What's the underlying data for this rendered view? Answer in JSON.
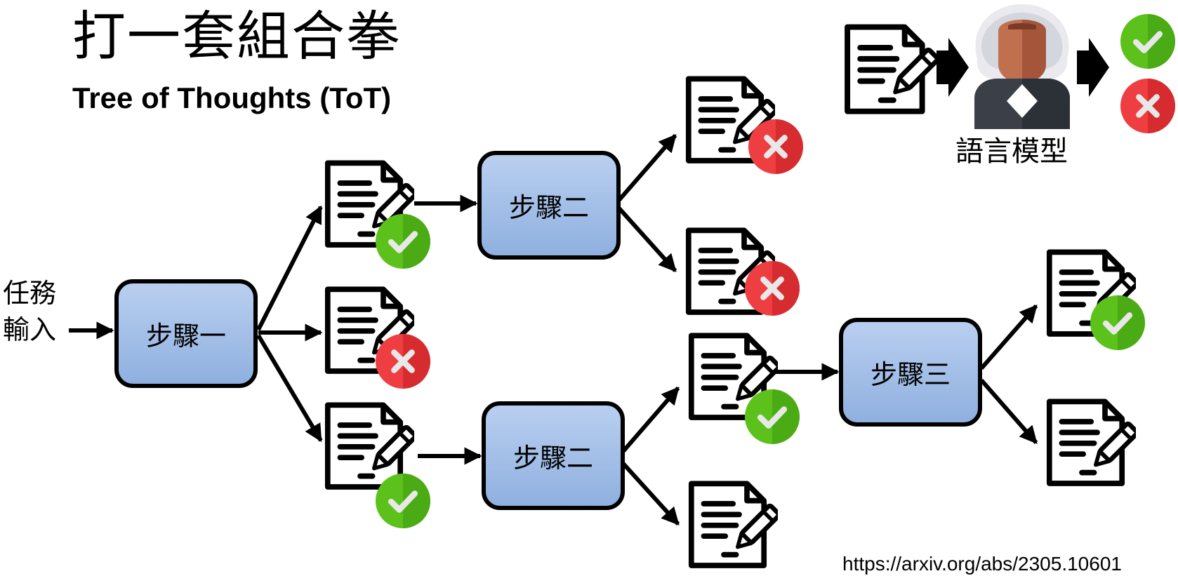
{
  "title": "打一套組合拳",
  "subtitle": "Tree of Thoughts (ToT)",
  "input_label": [
    "任務",
    "輸入"
  ],
  "steps": {
    "step1": "步驟一",
    "step2_top": "步驟二",
    "step2_bottom": "步驟二",
    "step3": "步驟三"
  },
  "legend": {
    "model_label": "語言模型",
    "icons": [
      "document-edit-icon",
      "arrow-right-icon",
      "judge-icon",
      "check-icon",
      "cross-icon"
    ]
  },
  "thoughts": [
    {
      "name": "thought-1a",
      "status": "check"
    },
    {
      "name": "thought-1b",
      "status": "cross"
    },
    {
      "name": "thought-1c",
      "status": "check"
    },
    {
      "name": "thought-2a",
      "status": "cross"
    },
    {
      "name": "thought-2b",
      "status": "cross"
    },
    {
      "name": "thought-2c",
      "status": "check"
    },
    {
      "name": "thought-2d",
      "status": "none"
    },
    {
      "name": "thought-3a",
      "status": "check"
    },
    {
      "name": "thought-3b",
      "status": "none"
    }
  ],
  "colors": {
    "check": "#5cc21b",
    "cross": "#e8383b",
    "step_fill": "#a6c1ea",
    "stroke": "#000000"
  },
  "url": "https://arxiv.org/abs/2305.10601"
}
